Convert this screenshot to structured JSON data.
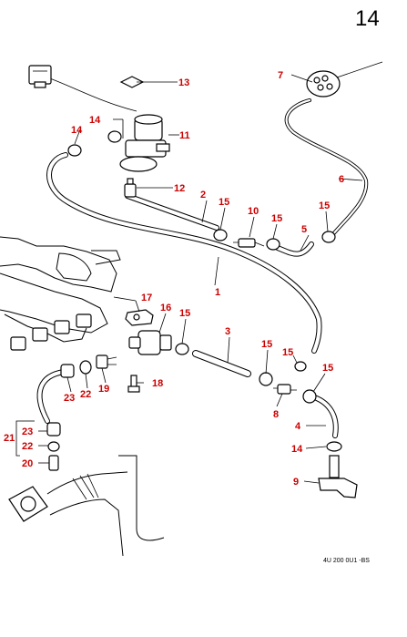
{
  "page_number": "14",
  "reference_code": "4U 200 0U1 -BS",
  "callout_color": "#cc0000",
  "callouts": {
    "c1": "1",
    "c2": "2",
    "c3": "3",
    "c4": "4",
    "c5": "5",
    "c6": "6",
    "c7": "7",
    "c8": "8",
    "c9": "9",
    "c10": "10",
    "c11": "11",
    "c12": "12",
    "c13": "13",
    "c14a": "14",
    "c14b": "14",
    "c14c": "14",
    "c15a": "15",
    "c15b": "15",
    "c15c": "15",
    "c15d": "15",
    "c15e": "15",
    "c15f": "15",
    "c15g": "15",
    "c16": "16",
    "c17": "17",
    "c18": "18",
    "c19": "19",
    "c20": "20",
    "c21": "21",
    "c22a": "22",
    "c22b": "22",
    "c23a": "23",
    "c23b": "23"
  }
}
